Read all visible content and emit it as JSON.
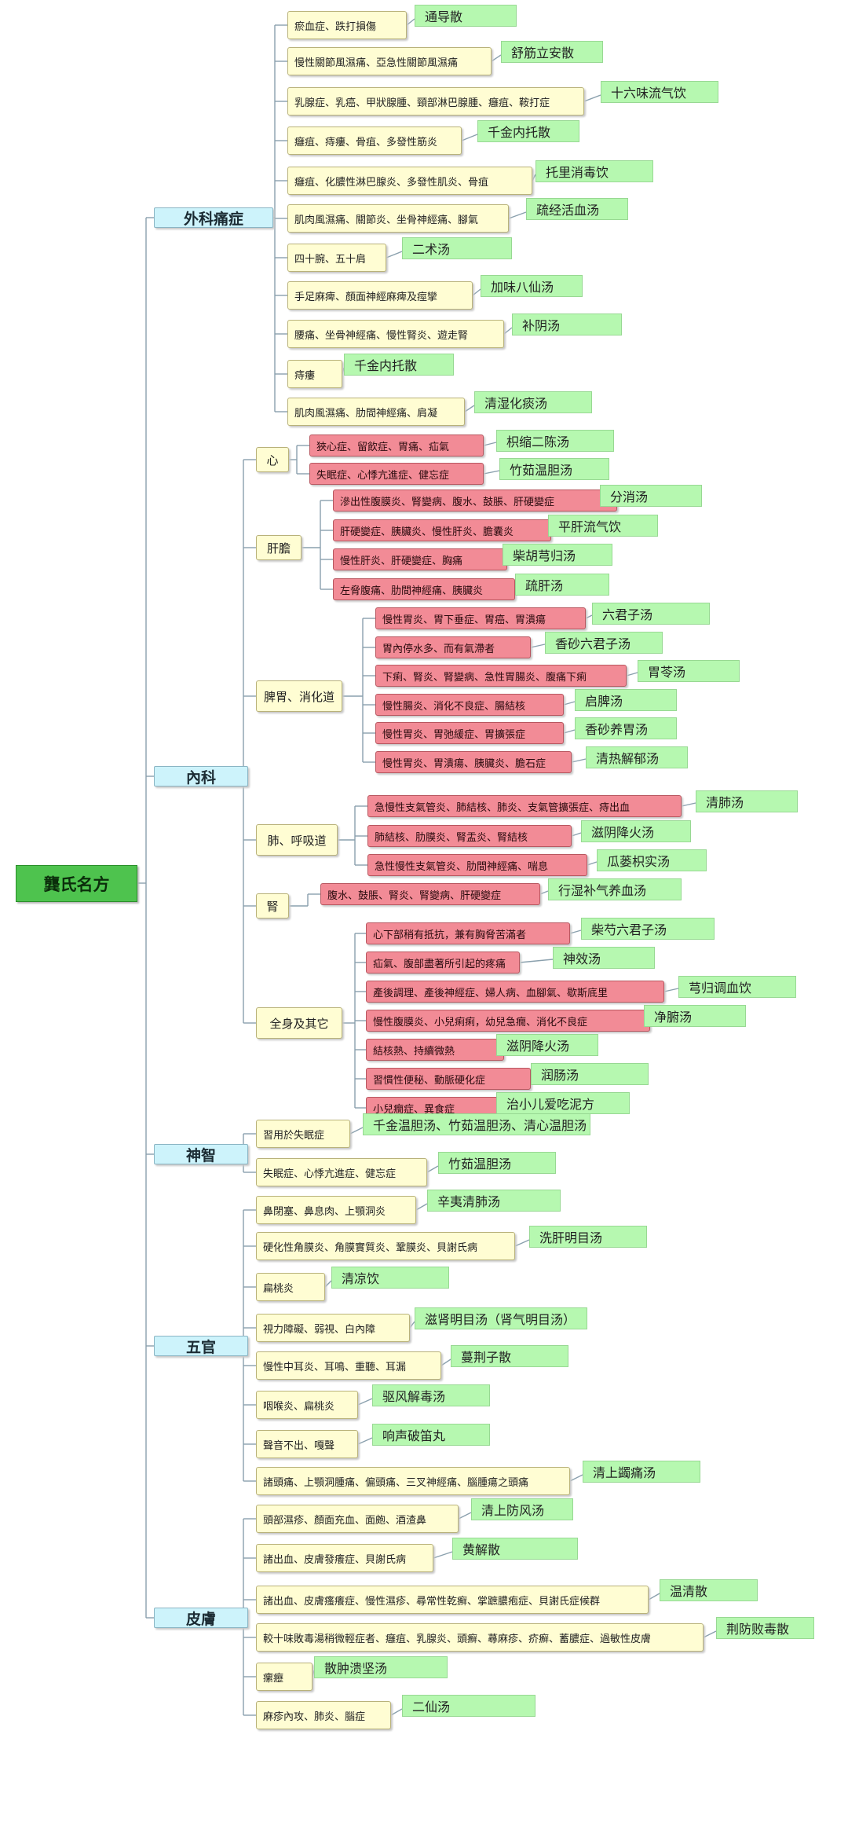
{
  "root": "龔氏名方",
  "categories": [
    {
      "name": "外科痛症",
      "items": [
        {
          "sym": "瘀血症、跌打損傷",
          "rx": "通导散"
        },
        {
          "sym": "慢性關節風濕痛、亞急性關節風濕痛",
          "rx": "舒筋立安散"
        },
        {
          "sym": "乳腺症、乳癌、甲狀腺腫、頸部淋巴腺腫、癰疽、鞍打症",
          "rx": "十六味流气饮"
        },
        {
          "sym": "癰疽、痔瘻、骨疽、多發性筋炎",
          "rx": "千金内托散"
        },
        {
          "sym": "癰疽、化膿性淋巴腺炎、多發性肌炎、骨疽",
          "rx": "托里消毒饮"
        },
        {
          "sym": "肌肉風濕痛、關節炎、坐骨神經痛、腳氣",
          "rx": "疏经活血汤"
        },
        {
          "sym": "四十腕、五十肩",
          "rx": "二术汤"
        },
        {
          "sym": "手足麻痺、顏面神經麻痺及痙攣",
          "rx": "加味八仙汤"
        },
        {
          "sym": "腰痛、坐骨神經痛、慢性腎炎、遊走腎",
          "rx": "补阴汤"
        },
        {
          "sym": "痔瘻",
          "rx": "千金内托散"
        },
        {
          "sym": "肌肉風濕痛、肋間神經痛、肩凝",
          "rx": "清湿化痰汤"
        }
      ]
    },
    {
      "name": "內科",
      "subs": [
        {
          "name": "心",
          "items": [
            {
              "sym": "狹心症、留飲症、胃痛、疝氣",
              "rx": "枳缩二陈汤"
            },
            {
              "sym": "失眠症、心悸亢進症、健忘症",
              "rx": "竹茹温胆汤"
            }
          ]
        },
        {
          "name": "肝膽",
          "items": [
            {
              "sym": "滲出性腹膜炎、腎變病、腹水、鼓脹、肝硬變症",
              "rx": "分消汤"
            },
            {
              "sym": "肝硬變症、胰臟炎、慢性肝炎、膽囊炎",
              "rx": "平肝流气饮"
            },
            {
              "sym": "慢性肝炎、肝硬變症、胸痛",
              "rx": "柴胡芎归汤"
            },
            {
              "sym": "左脅腹痛、肋間神經痛、胰臟炎",
              "rx": "疏肝汤"
            }
          ]
        },
        {
          "name": "脾胃、消化道",
          "items": [
            {
              "sym": "慢性胃炎、胃下垂症、胃癌、胃潰瘍",
              "rx": "六君子汤"
            },
            {
              "sym": "胃內停水多、而有氣滯者",
              "rx": "香砂六君子汤"
            },
            {
              "sym": "下痢、腎炎、腎變病、急性胃腸炎、腹痛下痢",
              "rx": "胃苓汤"
            },
            {
              "sym": "慢性腸炎、消化不良症、腸結核",
              "rx": "启脾汤"
            },
            {
              "sym": "慢性胃炎、胃弛緩症、胃擴張症",
              "rx": "香砂养胃汤"
            },
            {
              "sym": "慢性胃炎、胃潰瘍、胰臟炎、膽石症",
              "rx": "清热解郁汤"
            }
          ]
        },
        {
          "name": "肺、呼吸道",
          "items": [
            {
              "sym": "急慢性支氣管炎、肺結核、肺炎、支氣管擴張症、痔出血",
              "rx": "清肺汤"
            },
            {
              "sym": "肺結核、肋膜炎、腎盂炎、腎結核",
              "rx": "滋阴降火汤"
            },
            {
              "sym": "急性慢性支氣管炎、肋間神經痛、喘息",
              "rx": "瓜蒌枳实汤"
            }
          ]
        },
        {
          "name": "腎",
          "items": [
            {
              "sym": "腹水、鼓脹、腎炎、腎變病、肝硬變症",
              "rx": "行湿补气养血汤"
            }
          ]
        },
        {
          "name": "全身及其它",
          "items": [
            {
              "sym": "心下部稍有抵抗，兼有胸脅苦滿者",
              "rx": "柴芍六君子汤"
            },
            {
              "sym": "疝氣、腹部盡著所引起的疼痛",
              "rx": "神效汤"
            },
            {
              "sym": "產後調理、產後神經症、婦人病、血腳氣、歇斯底里",
              "rx": "芎归调血饮"
            },
            {
              "sym": "慢性腹膜炎、小兒痢痢，幼兒急癇、消化不良症",
              "rx": "净腑汤"
            },
            {
              "sym": "結核熱、持續微熱",
              "rx": "滋阴降火汤"
            },
            {
              "sym": "習慣性便秘、動脈硬化症",
              "rx": "润肠汤"
            },
            {
              "sym": "小兒癇症、異食症",
              "rx": "治小儿爱吃泥方"
            }
          ]
        }
      ]
    },
    {
      "name": "神智",
      "items": [
        {
          "sym": "習用於失眠症",
          "rx": "千金温胆汤、竹茹温胆汤、清心温胆汤"
        },
        {
          "sym": "失眠症、心悸亢進症、健忘症",
          "rx": "竹茹温胆汤"
        }
      ]
    },
    {
      "name": "五官",
      "items": [
        {
          "sym": "鼻閉塞、鼻息肉、上顎洞炎",
          "rx": "辛夷清肺汤"
        },
        {
          "sym": "硬化性角膜炎、角膜實質炎、鞏膜炎、貝謝氏病",
          "rx": "洗肝明目汤"
        },
        {
          "sym": "扁桃炎",
          "rx": "清凉饮"
        },
        {
          "sym": "視力障礙、弱視、白內障",
          "rx": "滋肾明目汤（肾气明目汤）"
        },
        {
          "sym": "慢性中耳炎、耳鳴、重聽、耳漏",
          "rx": "蔓荆子散"
        },
        {
          "sym": "咽喉炎、扁桃炎",
          "rx": "驱风解毒汤"
        },
        {
          "sym": "聲音不出、嘎聲",
          "rx": "响声破笛丸"
        },
        {
          "sym": "諸頭痛、上顎洞腫痛、偏頭痛、三叉神經痛、腦腫瘍之頭痛",
          "rx": "清上蠲痛汤"
        }
      ]
    },
    {
      "name": "皮膚",
      "items": [
        {
          "sym": "頭部濕疹、顏面充血、面皰、酒渣鼻",
          "rx": "清上防风汤"
        },
        {
          "sym": "諸出血、皮膚發癢症、貝謝氏病",
          "rx": "黄解散"
        },
        {
          "sym": "諸出血、皮膚瘙癢症、慢性濕疹、尋常性乾癬、掌蹠膿疱症、貝謝氏症候群",
          "rx": "温清散"
        },
        {
          "sym": "較十味敗毒湯稍微輕症者、癰疽、乳腺炎、頭癬、蕁麻疹、疥癬、蓄膿症、過敏性皮膚",
          "rx": "荆防败毒散"
        },
        {
          "sym": "瘰癧",
          "rx": "散肿溃坚汤"
        },
        {
          "sym": "麻疹內攻、肺炎、腦症",
          "rx": "二仙汤"
        }
      ]
    }
  ]
}
